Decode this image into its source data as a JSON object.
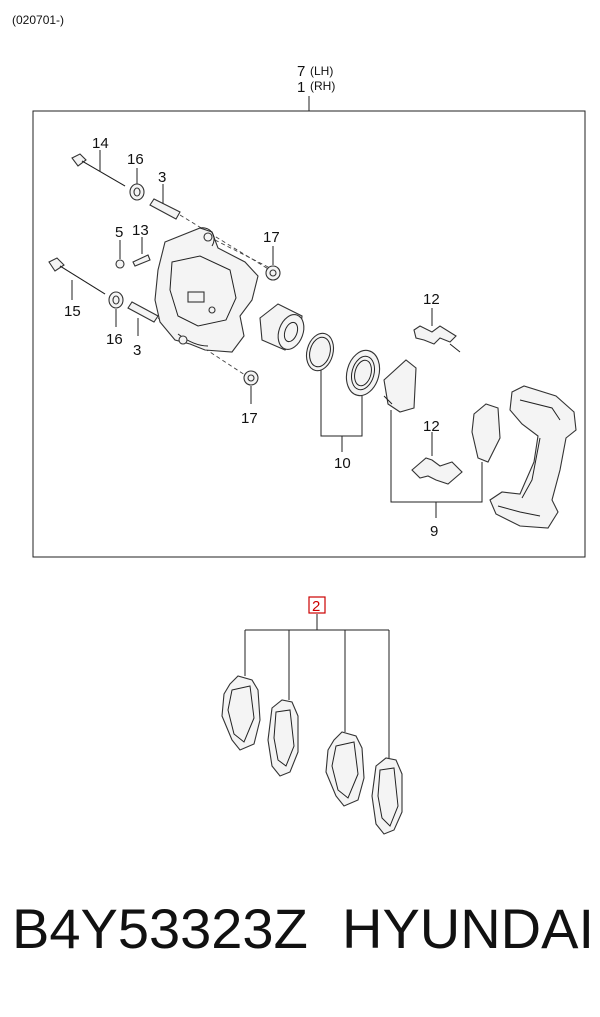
{
  "header": {
    "code": "(020701-)"
  },
  "assembly": {
    "lh_number": "7",
    "lh_suffix": "(LH)",
    "rh_number": "1",
    "rh_suffix": "(RH)"
  },
  "callouts": {
    "c14": "14",
    "c16a": "16",
    "c3a": "3",
    "c5": "5",
    "c13": "13",
    "c17a": "17",
    "c15": "15",
    "c16b": "16",
    "c3b": "3",
    "c17b": "17",
    "c12a": "12",
    "c12b": "12",
    "c10": "10",
    "c9": "9"
  },
  "pad_set": {
    "number": "2",
    "highlight_color": "#cc0000"
  },
  "footer": {
    "part_number": "B4Y53323Z",
    "brand": "HYUNDAI"
  }
}
